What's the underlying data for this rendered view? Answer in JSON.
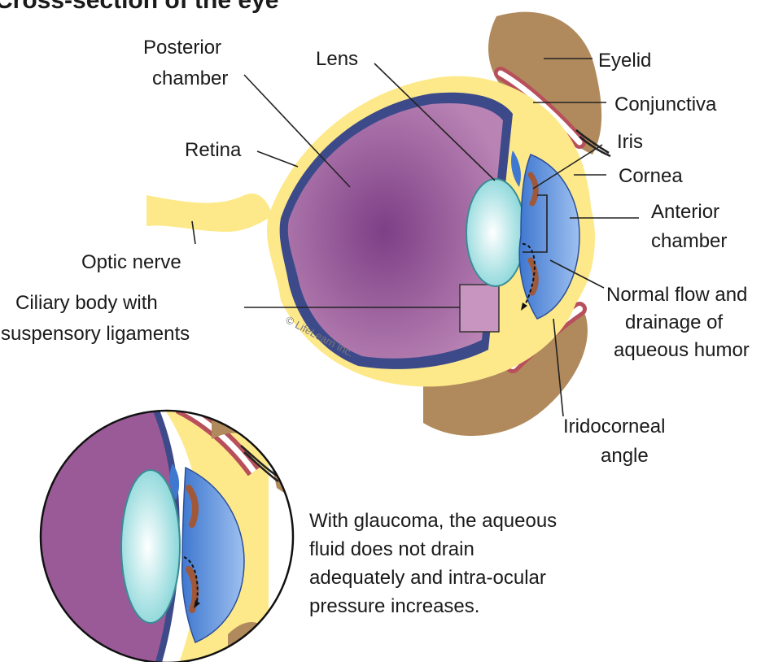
{
  "title": "Cross-section of the eye",
  "labels": {
    "posterior_chamber": [
      "Posterior",
      "chamber"
    ],
    "lens": "Lens",
    "eyelid": "Eyelid",
    "conjunctiva": "Conjunctiva",
    "iris": "Iris",
    "cornea": "Cornea",
    "anterior_chamber": [
      "Anterior",
      "chamber"
    ],
    "retina": "Retina",
    "optic_nerve": "Optic nerve",
    "ciliary_body": [
      "Ciliary body with",
      "suspensory ligaments"
    ],
    "normal_flow": [
      "Normal flow and",
      "drainage of",
      "aqueous humor"
    ],
    "iridocorneal_angle": [
      "Iridocorneal",
      "angle"
    ]
  },
  "glaucoma_note": [
    "With glaucoma, the aqueous",
    "fluid does not drain",
    "adequately and intra-ocular",
    "pressure increases."
  ],
  "copyright": "© LifeLearn Inc.",
  "colors": {
    "vitreous": "#9a5a98",
    "sclera": "#fde98a",
    "retina": "#3d4a8a",
    "lens": "#bfeff0",
    "aqueous": "#5b8fd8",
    "skin": "#b08a5c",
    "lid_pink": "#b8505c"
  }
}
